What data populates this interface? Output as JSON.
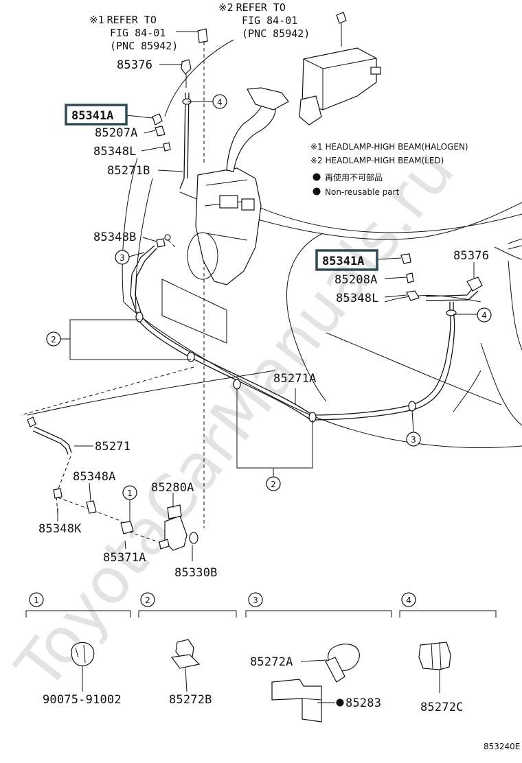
{
  "watermark": "ToyotaCarManuals.ru",
  "refs": {
    "ref1": {
      "mark": "※1",
      "line1": "REFER TO",
      "line2": "FIG 84-01",
      "line3": "(PNC 85942)"
    },
    "ref2": {
      "mark": "※2",
      "line1": "REFER TO",
      "line2": "FIG 84-01",
      "line3": "(PNC 85942)"
    }
  },
  "legend": {
    "note1": "※1 HEADLAMP-HIGH BEAM(HALOGEN)",
    "note2": "※2 HEADLAMP-HIGH BEAM(LED)",
    "bullet1": "再使用不可部品",
    "bullet2": "Non-reusable part"
  },
  "parts": {
    "p85376_left": "85376",
    "p85341A_left": "85341A",
    "p85207A": "85207A",
    "p85348L_left": "85348L",
    "p85271B": "85271B",
    "p85348B": "85348B",
    "p85341A_right": "85341A",
    "p85376_right": "85376",
    "p85208A": "85208A",
    "p85348L_right": "85348L",
    "p85271A": "85271A",
    "p85271": "85271",
    "p85348A": "85348A",
    "p85348K": "85348K",
    "p85280A": "85280A",
    "p85371A": "85371A",
    "p85330B": "85330B",
    "p90075": "90075-91002",
    "p85272B": "85272B",
    "p85272A": "85272A",
    "p85283": "85283",
    "p85272C": "85272C"
  },
  "callouts": {
    "c1": "1",
    "c2": "2",
    "c3": "3",
    "c4": "4"
  },
  "detail_headers": [
    "1",
    "2",
    "3",
    "4"
  ],
  "figure_code": "853240E"
}
